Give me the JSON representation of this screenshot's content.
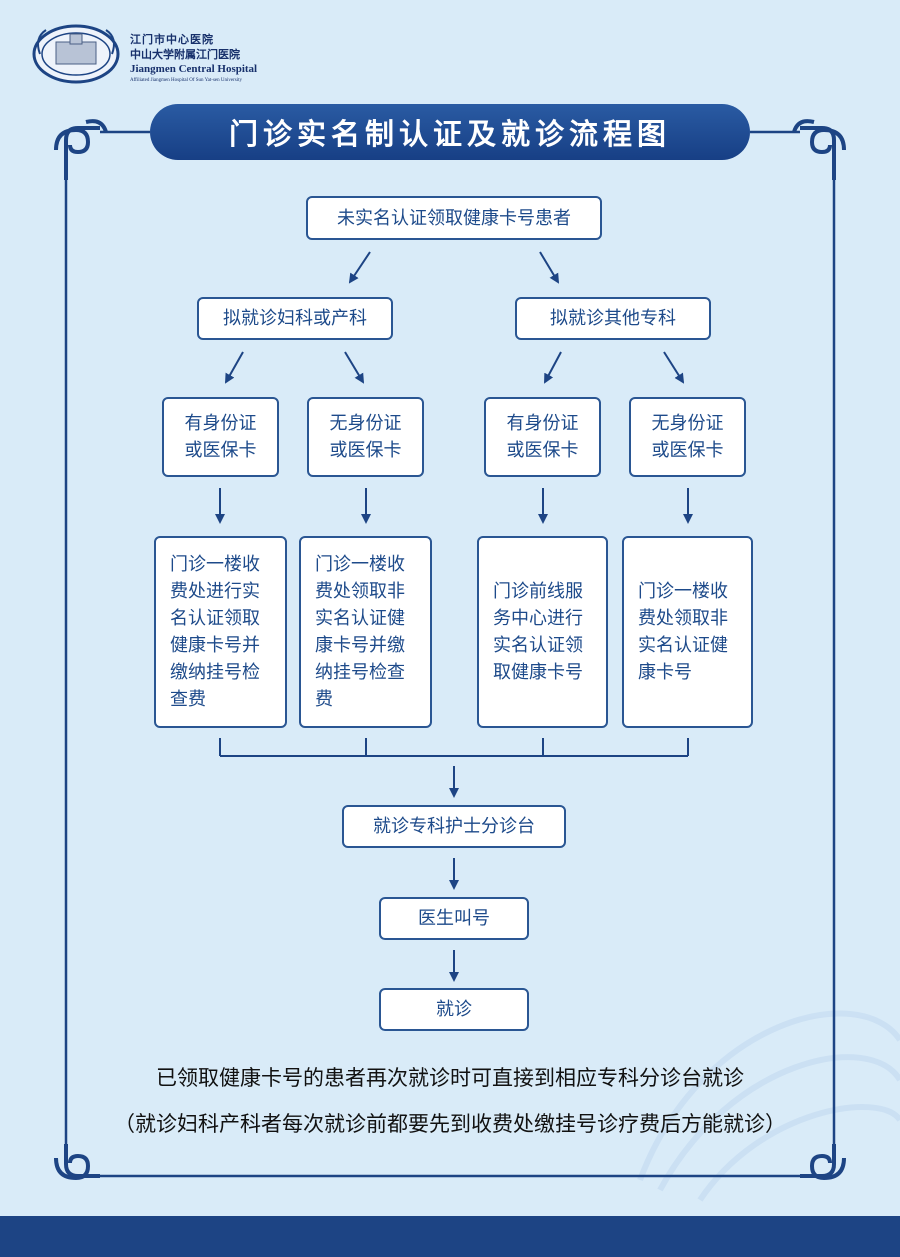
{
  "header": {
    "hospital_cn_1": "江门市中心医院",
    "hospital_cn_2": "中山大学附属江门医院",
    "hospital_en": "Jiangmen Central Hospital",
    "hospital_en_sub": "Affiliated Jiangmen Hospital Of Sun Yat-sen University"
  },
  "title": "门诊实名制认证及就诊流程图",
  "flow": {
    "start": "未实名认证领取健康卡号患者",
    "branch_gyn": "拟就诊妇科或产科",
    "branch_other": "拟就诊其他专科",
    "has_id_1": "有身份证或医保卡",
    "no_id_1": "无身份证或医保卡",
    "has_id_2": "有身份证或医保卡",
    "no_id_2": "无身份证或医保卡",
    "step_a": "门诊一楼收费处进行实名认证领取健康卡号并缴纳挂号检查费",
    "step_b": "门诊一楼收费处领取非实名认证健康卡号并缴纳挂号检查费",
    "step_c": "门诊前线服务中心进行实名认证领取健康卡号",
    "step_d": "门诊一楼收费处领取非实名认证健康卡号",
    "triage": "就诊专科护士分诊台",
    "call": "医生叫号",
    "visit": "就诊"
  },
  "notes": {
    "line1": "已领取健康卡号的患者再次就诊时可直接到相应专科分诊台就诊",
    "line2": "（就诊妇科产科者每次就诊前都要先到收费处缴挂号诊疗费后方能就诊）"
  },
  "colors": {
    "primary": "#1d4484",
    "background": "#d9ebf8",
    "box_border": "#2a5693"
  }
}
